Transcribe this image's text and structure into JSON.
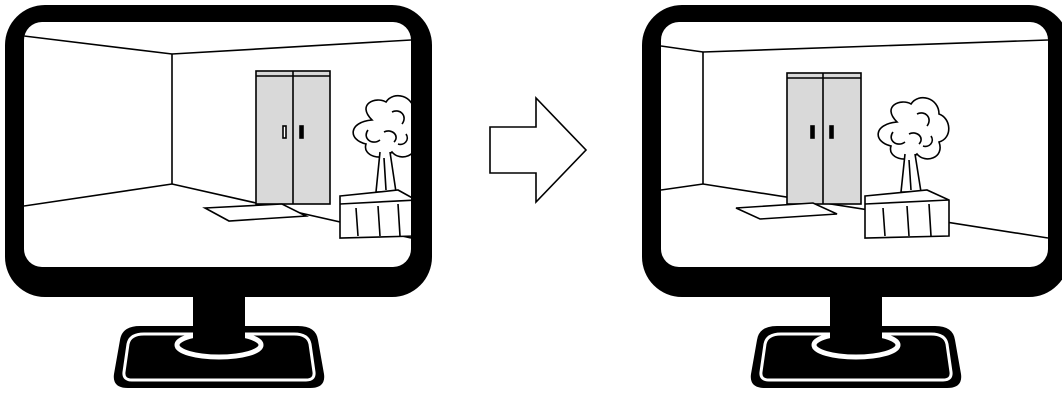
{
  "figure": {
    "panels": [
      {
        "id": "before",
        "scene": [
          "room",
          "double-door",
          "floor-mat",
          "potted-tree"
        ]
      },
      {
        "id": "after",
        "scene": [
          "room",
          "double-door",
          "floor-mat",
          "potted-tree"
        ]
      }
    ],
    "connector": "right-arrow-icon"
  },
  "colors": {
    "ink": "#000000",
    "paper": "#ffffff",
    "door_fill": "#d9d9d9"
  }
}
